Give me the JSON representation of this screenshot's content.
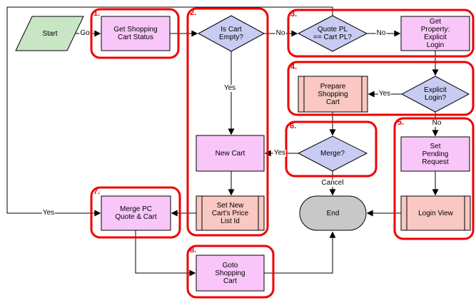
{
  "diagram": {
    "nodes": {
      "start": {
        "label": "Start",
        "shape": "start-parallelogram"
      },
      "get_cart_status": {
        "label": "Get Shopping\nCart Status",
        "shape": "process",
        "step": "1."
      },
      "is_cart_empty": {
        "label": "Is Cart\nEmpty?",
        "shape": "decision",
        "step": "2."
      },
      "quote_pl_cart_pl": {
        "label": "Quote PL\n== Cart PL?",
        "shape": "decision",
        "step": "3."
      },
      "get_property": {
        "label": "Get\nProperty:\nExplicit\nLogin",
        "shape": "process"
      },
      "prepare_cart": {
        "label": "Prepare\nShopping\nCart",
        "shape": "subprocess",
        "step": "4."
      },
      "explicit_login": {
        "label": "Explicit\nLogin?",
        "shape": "decision"
      },
      "new_cart": {
        "label": "New Cart",
        "shape": "process"
      },
      "set_price_list": {
        "label": "Set New\nCart's Price\nList Id",
        "shape": "subprocess"
      },
      "merge": {
        "label": "Merge?",
        "shape": "decision",
        "step": "6."
      },
      "set_pending": {
        "label": "Set\nPending\nRequest",
        "shape": "process",
        "step": "5."
      },
      "login_view": {
        "label": "Login View",
        "shape": "subprocess"
      },
      "merge_pc_quote": {
        "label": "Merge PC\nQuote & Cart",
        "shape": "process",
        "step": "7."
      },
      "goto_cart": {
        "label": "Goto\nShopping\nCart",
        "shape": "process",
        "step": "8."
      },
      "end": {
        "label": "End",
        "shape": "terminator"
      }
    },
    "edge_labels": {
      "go": "Go",
      "no_cart": "No",
      "yes_cart": "Yes",
      "no_pl": "No",
      "yes_pl": "Yes",
      "yes_login": "Yes",
      "no_login": "No",
      "yes_merge": "Yes",
      "cancel": "Cancel"
    },
    "steps": {
      "s1": "1.",
      "s2": "2.",
      "s3": "3.",
      "s4": "4.",
      "s5": "5.",
      "s6": "6.",
      "s7": "7.",
      "s8": "8."
    },
    "colors": {
      "background": "#ffffff",
      "start_fill": "#c8e6c4",
      "process_fill": "#f9c6f9",
      "subprocess_fill": "#f9c8c2",
      "decision_fill": "#c8cbf2",
      "end_fill": "#c8c8c8",
      "outline": "#000000",
      "annotation_red": "#ee0000"
    }
  }
}
